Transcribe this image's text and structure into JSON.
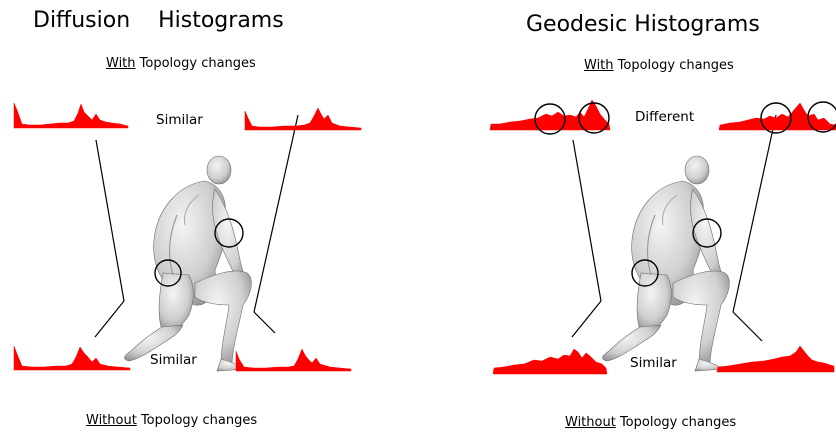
{
  "left_panel": {
    "title": "Diffusion    Histograms",
    "top_caption": {
      "emph": "With",
      "rest": " Topology changes"
    },
    "top_label": "Similar",
    "bottom_label": "Similar",
    "bottom_caption": {
      "emph": "Without",
      "rest": " Topology changes"
    }
  },
  "right_panel": {
    "title": "Geodesic Histograms",
    "top_caption": {
      "emph": "With",
      "rest": " Topology changes"
    },
    "top_label": "Different",
    "bottom_label": "Similar",
    "bottom_caption": {
      "emph": "Without",
      "rest": " Topology changes"
    }
  },
  "colors": {
    "histogram": "#ff0000",
    "figure": "#d2d2d2",
    "lines": "#000000"
  }
}
